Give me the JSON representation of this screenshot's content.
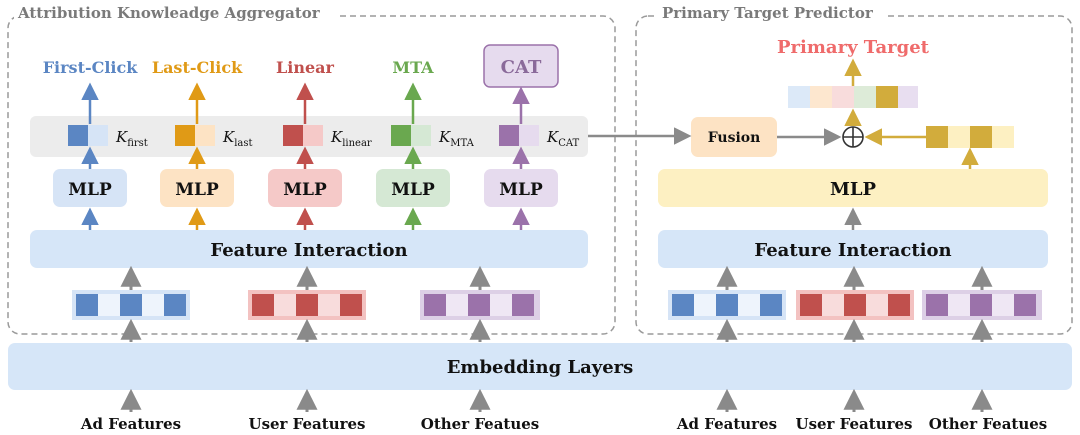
{
  "colors": {
    "blue": "#5b86c3",
    "blue_light": "#d6e4f6",
    "orange": "#e09a16",
    "orange_light": "#fde3c4",
    "red": "#c0504d",
    "red_light": "#f5c9c8",
    "green": "#6aa84f",
    "green_light": "#d5e8d4",
    "purple": "#9b72aa",
    "purple_light": "#e6dbee",
    "gold": "#d2ac3c",
    "gold_light": "#fdf0c2",
    "fusion_bg": "#fde3c4",
    "primary_target_text": "#ef6b6b",
    "gray_arrow": "#8a8a8a",
    "dash_border": "#9a9a9a",
    "panel_gray": "#ececec",
    "embed_bg": "#d6e6f8"
  },
  "left_panel": {
    "title": "Attribution Knowleadge Aggregator",
    "heads": [
      {
        "label": "First-Click",
        "knowledge": "K",
        "sub": "first",
        "color_key": "blue"
      },
      {
        "label": "Last-Click",
        "knowledge": "K",
        "sub": "last",
        "color_key": "orange"
      },
      {
        "label": "Linear",
        "knowledge": "K",
        "sub": "linear",
        "color_key": "red"
      },
      {
        "label": "MTA",
        "knowledge": "K",
        "sub": "MTA",
        "color_key": "green"
      },
      {
        "label": "CAT",
        "knowledge": "K",
        "sub": "CAT",
        "color_key": "purple"
      }
    ],
    "mlp_label": "MLP",
    "interaction_label": "Feature Interaction"
  },
  "right_panel": {
    "title": "Primary Target Predictor",
    "target_label": "Primary Target",
    "fusion_label": "Fusion",
    "mlp_label": "MLP",
    "interaction_label": "Feature Interaction",
    "oplus": "⊕"
  },
  "embedding_label": "Embedding Layers",
  "inputs_left": [
    "Ad Features",
    "User Features",
    "Other Featues"
  ],
  "inputs_right": [
    "Ad Features",
    "User Features",
    "Other Featues"
  ]
}
